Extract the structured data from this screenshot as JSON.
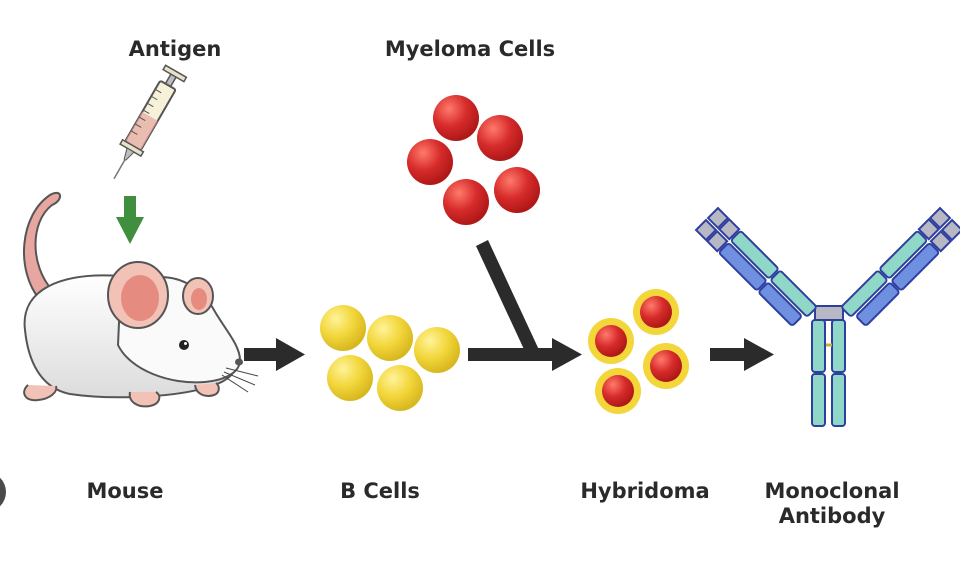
{
  "labels": {
    "antigen": "Antigen",
    "myeloma": "Myeloma Cells",
    "mouse": "Mouse",
    "bcells": "B Cells",
    "hybridoma": "Hybridoma",
    "mab_line1": "Monoclonal",
    "mab_line2": "Antibody"
  },
  "colors": {
    "background": "#ffffff",
    "arrow": "#2b2b2b",
    "down_arrow": "#3f8f3f",
    "myeloma_cell": "#d62b2b",
    "b_cell": "#f2d63a",
    "hybridoma_ring": "#f2d63a",
    "antibody_heavy": "#8fd8c8",
    "antibody_light": "#6f8fe0",
    "antibody_outline": "#2f3f9f",
    "antibody_constant": "#b8b8c4"
  },
  "icons": {
    "syringe": "syringe-icon",
    "mouse": "mouse-icon",
    "antibody": "antibody-icon"
  }
}
